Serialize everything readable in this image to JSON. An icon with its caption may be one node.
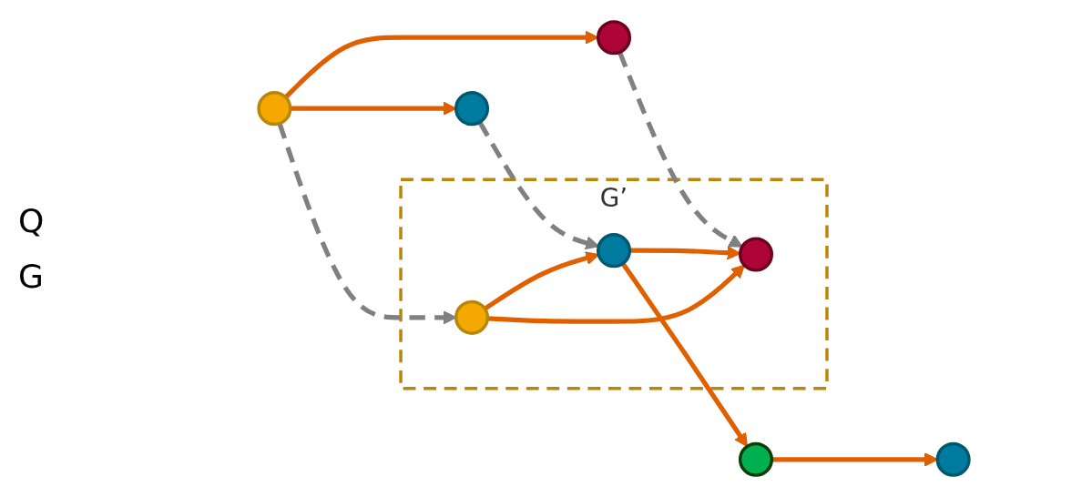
{
  "diagram": {
    "nodes": [
      {
        "text": [],
        "shape": "circle"
      },
      {
        "text": [],
        "shape": "circle"
      },
      {
        "text": [],
        "shape": "circle"
      },
      {
        "text": [
          "G’"
        ]
      },
      {
        "text": [],
        "shape": "circle",
        "in": 3
      },
      {
        "text": [],
        "shape": "circle",
        "in": 3
      },
      {
        "text": [],
        "shape": "circle",
        "in": 3
      },
      {
        "text": [],
        "shape": "circle"
      },
      {
        "text": [],
        "shape": "circle"
      }
    ],
    "edges": [
      {
        "from": 0,
        "to": 1,
        "arrow": "to"
      },
      {
        "from": 0,
        "to": 2,
        "arrow": "to"
      },
      {
        "from": 0,
        "to": 6,
        "arrow": "to",
        "style": "dashed",
        "color": "#808080"
      },
      {
        "from": 2,
        "to": 4,
        "arrow": "to",
        "style": "dashed",
        "color": "#808080"
      },
      {
        "from": 1,
        "to": 5,
        "arrow": "to",
        "style": "dashed",
        "color": "#808080"
      },
      {
        "from": 4,
        "to": 5,
        "arrow": "to"
      },
      {
        "from": 6,
        "to": 4,
        "arrow": "to"
      },
      {
        "from": 6,
        "to": 5,
        "arrow": "to"
      },
      {
        "from": 4,
        "to": 7,
        "arrow": "to"
      },
      {
        "from": 7,
        "to": 8,
        "arrow": "to"
      }
    ],
    "labels": [
      "Q",
      "G"
    ]
  }
}
